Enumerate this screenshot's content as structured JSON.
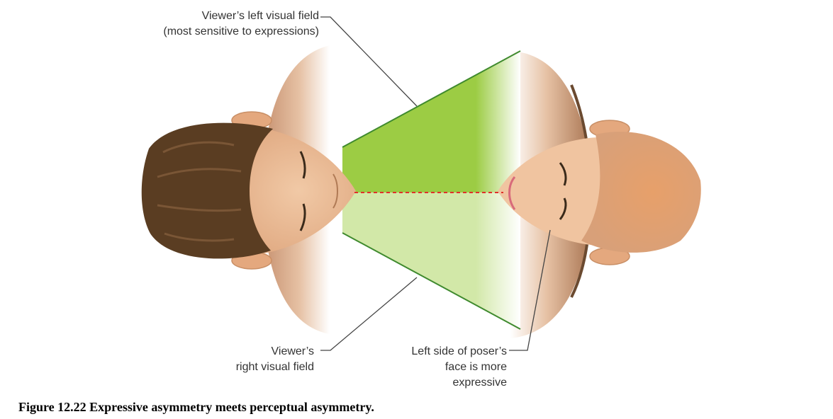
{
  "labels": {
    "left_visual_field": [
      "Viewer’s left visual field",
      "(most sensitive to expressions)"
    ],
    "right_visual_field": [
      "Viewer’s",
      "right visual field"
    ],
    "poser_left_side": [
      "Left side of poser’s",
      "face is more",
      "expressive"
    ]
  },
  "caption": "Figure 12.22 Expressive asymmetry meets perceptual asymmetry.",
  "colors": {
    "skin": "#e8b68f",
    "skin_shadow": "#c98f66",
    "hair_dark": "#5a3d22",
    "hair_light_bald": "#d99a68",
    "field_left_green": "#9ccc44",
    "field_right_green": "#d2e8a8",
    "field_edge": "#3f8a2e",
    "gaze_line": "#e0302a",
    "leader_line": "#444444"
  },
  "icons": [
    "viewer-head-icon",
    "poser-head-icon"
  ]
}
